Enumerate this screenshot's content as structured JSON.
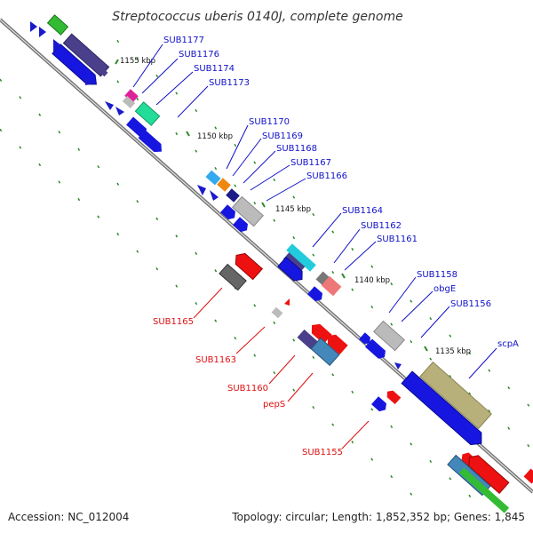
{
  "title": "Streptococcus uberis 0140J, complete genome",
  "footer": {
    "accession": "Accession: NC_012004",
    "stats": "Topology: circular; Length: 1,852,352 bp; Genes: 1,845"
  },
  "ruler_marks": [
    "1155 kbp",
    "1150 kbp",
    "1145 kbp",
    "1140 kbp",
    "1135 kbp"
  ],
  "colors": {
    "forward_label": "#1010c8",
    "reverse_label": "#dd1010",
    "backbone": "#777777",
    "forward_gene": "#1616e0",
    "reverse_gene": "#ee1111",
    "tick": "#2a8a2a"
  },
  "genes_forward": [
    "SUB1177",
    "SUB1176",
    "SUB1174",
    "SUB1173",
    "SUB1170",
    "SUB1169",
    "SUB1168",
    "SUB1167",
    "SUB1166",
    "SUB1164",
    "SUB1162",
    "SUB1161",
    "SUB1158",
    "obgE",
    "SUB1156",
    "scpA"
  ],
  "genes_reverse": [
    "SUB1165",
    "SUB1163",
    "SUB1160",
    "pepS",
    "SUB1155"
  ]
}
